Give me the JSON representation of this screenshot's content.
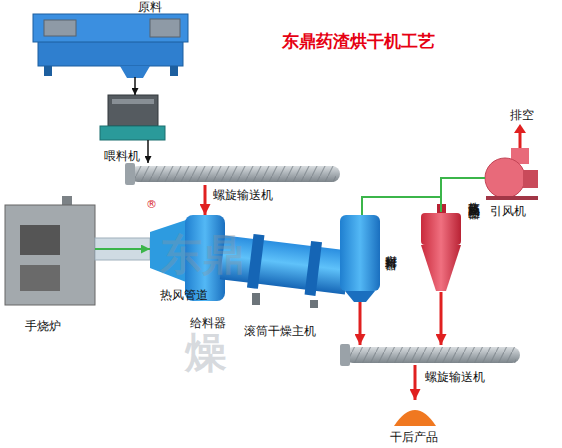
{
  "diagram": {
    "title": "东鼎药渣烘干机工艺",
    "nodes": [
      {
        "text": [
          "原料"
        ]
      },
      {
        "text": [
          "喂料机"
        ]
      },
      {
        "text": [
          "螺旋输送机"
        ]
      },
      {
        "text": [
          "手烧炉"
        ]
      },
      {
        "text": [
          "滚筒干燥主机"
        ]
      },
      {
        "text": [
          "密封排料器"
        ]
      },
      {
        "text": [
          "高效旋风除尘器"
        ]
      },
      {
        "text": [
          "引风机"
        ]
      },
      {
        "text": [
          "螺旋输送机"
        ]
      },
      {
        "text": [
          "干后产品"
        ]
      }
    ],
    "edges": [
      {
        "from": 0,
        "to": 1,
        "arrow": "to"
      },
      {
        "from": 1,
        "to": 2,
        "arrow": "to"
      },
      {
        "from": 2,
        "to": 4,
        "arrow": "to"
      },
      {
        "from": 3,
        "to": 4,
        "label": "热风管道",
        "arrow": "to"
      },
      {
        "from": 5,
        "to": 6,
        "arrow": "none"
      },
      {
        "from": 6,
        "to": 7,
        "arrow": "none"
      },
      {
        "from": 5,
        "to": 8,
        "arrow": "to"
      },
      {
        "from": 6,
        "to": 8,
        "arrow": "to"
      },
      {
        "from": 8,
        "to": 9,
        "arrow": "to"
      }
    ],
    "labels": [
      "给料器",
      "排空",
      "®",
      "东鼎",
      "燥"
    ]
  }
}
